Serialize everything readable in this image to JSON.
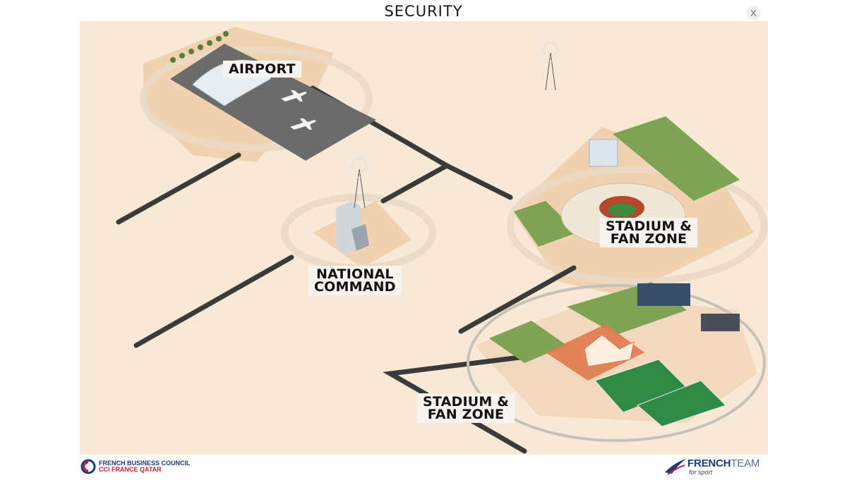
{
  "window": {
    "title": "SECURITY",
    "close_label": "X"
  },
  "map": {
    "labels": {
      "airport": "AIRPORT",
      "national_command_line1": "NATIONAL",
      "national_command_line2": "COMMAND",
      "stadium_top_line1": "STADIUM &",
      "stadium_top_line2": "FAN ZONE",
      "stadium_bottom_line1": "STADIUM &",
      "stadium_bottom_line2": "FAN ZONE"
    },
    "colors": {
      "background": "#f8e8d6",
      "road": "#3a3a3a",
      "tarmac": "#6b6b6b",
      "lawn": "#7ea355",
      "pitch": "#2f8a45",
      "sand": "#f0d2b0"
    }
  },
  "footer": {
    "left_logo_line1": "FRENCH BUSINESS COUNCIL",
    "left_logo_line2": "CCI FRANCE QATAR",
    "right_logo_word1": "FRENCH",
    "right_logo_word2": "TEAM",
    "right_logo_sub": "for sport"
  }
}
